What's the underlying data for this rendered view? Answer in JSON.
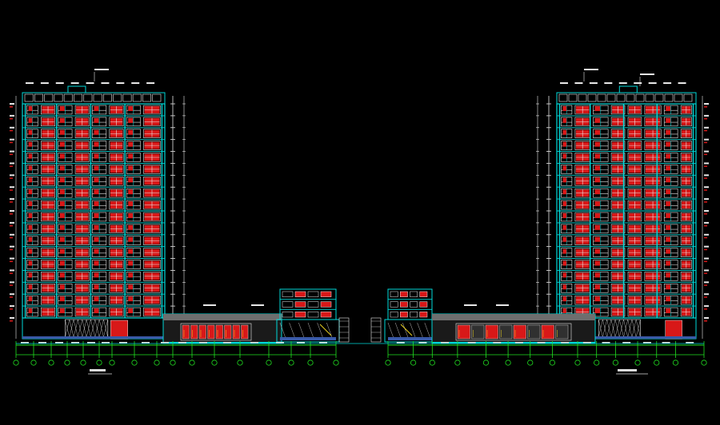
{
  "drawing": {
    "title": "",
    "colors": {
      "background": "#000000",
      "frame": "#00d8d8",
      "window_red": "#d81818",
      "window_white": "#e8e8e8",
      "dim_green": "#20e020",
      "dim_white": "#dcdcdc",
      "podium_gray": "#6e6e6e",
      "yellow": "#e8d020",
      "magenta": "#e020e0",
      "blue_band": "#3a5aa8"
    }
  },
  "towers": {
    "left": {
      "name": "left-tower",
      "floors": 18
    },
    "right": {
      "name": "right-tower",
      "floors": 18
    }
  },
  "podiums": {
    "left_low": {
      "name": "left-podium"
    },
    "left_mid": {
      "name": "left-mid-block",
      "floors": 3
    },
    "right_mid": {
      "name": "right-mid-block",
      "floors": 3
    },
    "right_low": {
      "name": "right-podium"
    }
  },
  "labels": {
    "left_caption": "",
    "right_caption": ""
  }
}
